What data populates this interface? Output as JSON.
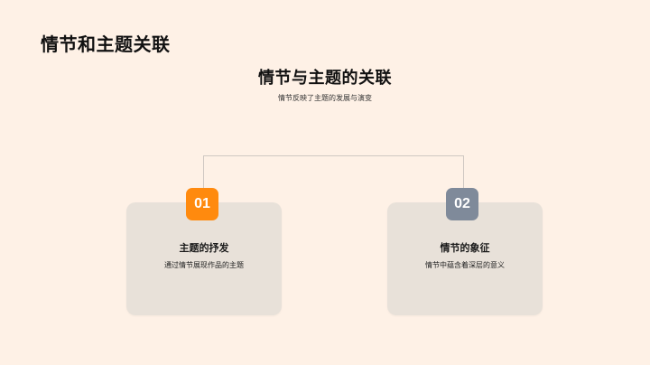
{
  "slide": {
    "title": "情节和主题关联",
    "background": "#FEF1E6"
  },
  "main": {
    "title": "情节与主题的关联",
    "subtitle": "情节反映了主题的发展与演变"
  },
  "cards": [
    {
      "number": "01",
      "heading": "主题的抒发",
      "description": "通过情节展现作品的主题",
      "badge_color": "#FF8A0E"
    },
    {
      "number": "02",
      "heading": "情节的象征",
      "description": "情节中蕴含着深层的意义",
      "badge_color": "#7F8A9A"
    }
  ],
  "colors": {
    "card_background": "#E8E1D9",
    "connector_line": "#CFC8C2"
  }
}
